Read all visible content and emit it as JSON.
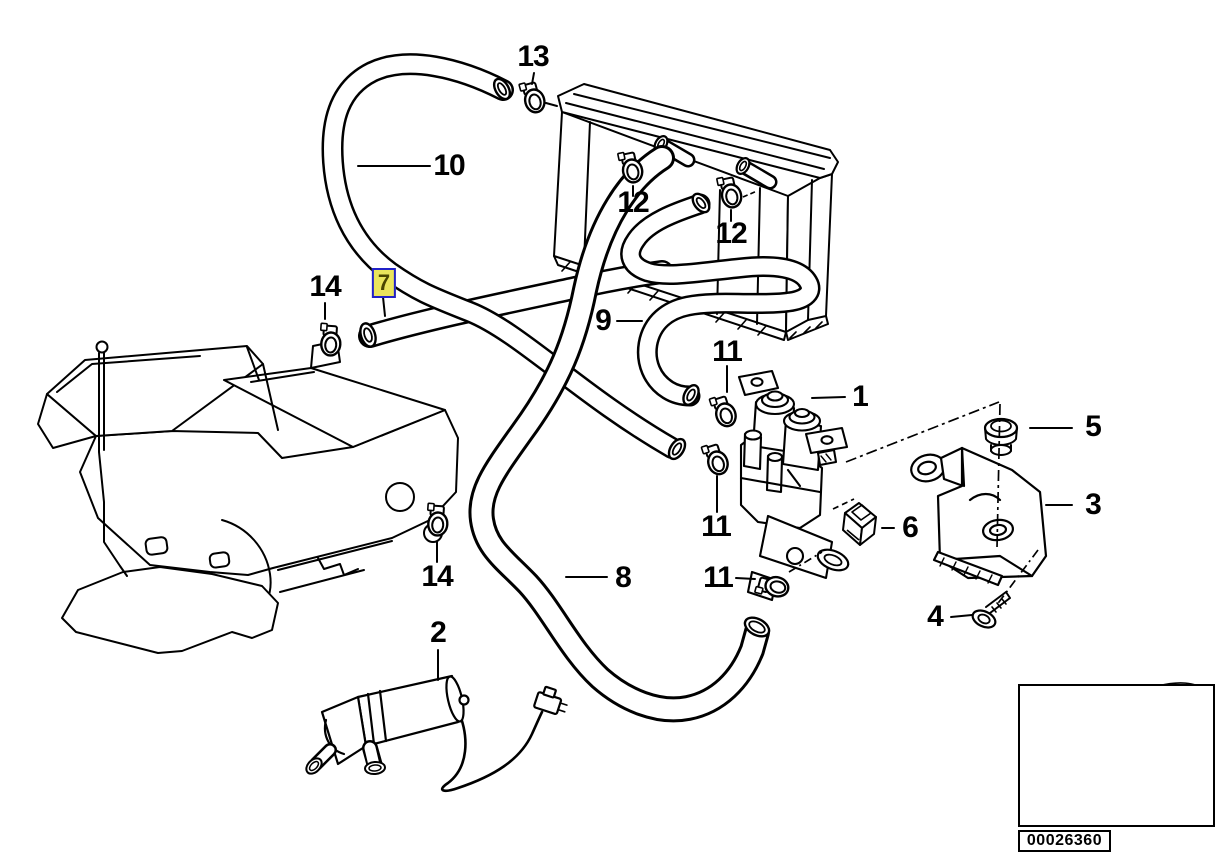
{
  "diagram": {
    "background_color": "#ffffff",
    "line_color": "#000000",
    "highlight": {
      "fill": "#eae45c",
      "border": "#2121c8",
      "text_color": "#4a4400"
    },
    "part_number": "00026360",
    "callouts": [
      {
        "text": "13",
        "highlighted": false
      },
      {
        "text": "10",
        "highlighted": false
      },
      {
        "text": "12",
        "highlighted": false
      },
      {
        "text": "12",
        "highlighted": false
      },
      {
        "text": "14",
        "highlighted": false
      },
      {
        "text": "7",
        "highlighted": true
      },
      {
        "text": "9",
        "highlighted": false
      },
      {
        "text": "11",
        "highlighted": false
      },
      {
        "text": "1",
        "highlighted": false
      },
      {
        "text": "5",
        "highlighted": false
      },
      {
        "text": "3",
        "highlighted": false
      },
      {
        "text": "11",
        "highlighted": false
      },
      {
        "text": "6",
        "highlighted": false
      },
      {
        "text": "14",
        "highlighted": false
      },
      {
        "text": "8",
        "highlighted": false
      },
      {
        "text": "11",
        "highlighted": false
      },
      {
        "text": "2",
        "highlighted": false
      },
      {
        "text": "4",
        "highlighted": false
      }
    ]
  }
}
